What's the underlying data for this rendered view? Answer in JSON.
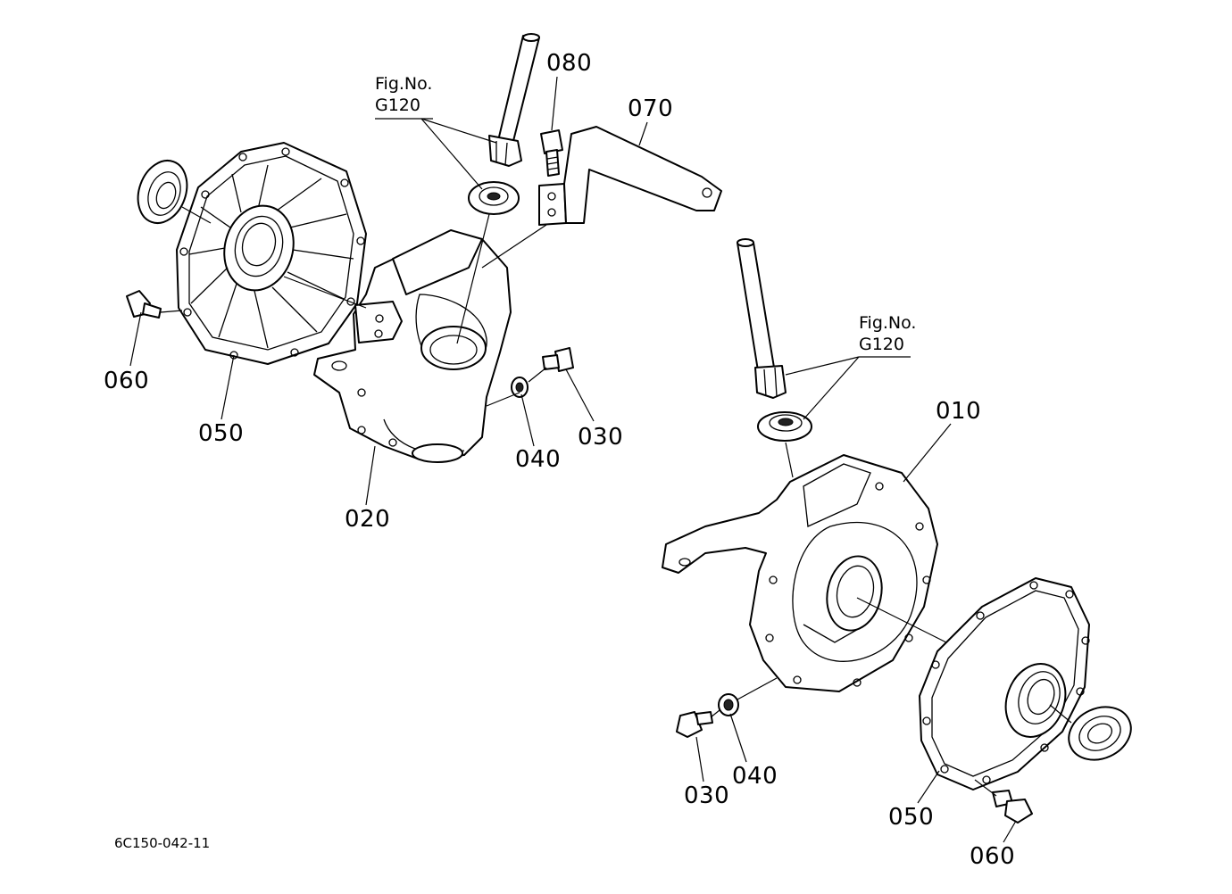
{
  "labels": {
    "p080": "080",
    "p070": "070",
    "p060_left": "060",
    "p050_left": "050",
    "p020": "020",
    "p040_left": "040",
    "p030_left": "030",
    "p010": "010",
    "p030_right": "030",
    "p040_right": "040",
    "p050_right": "050",
    "p060_right": "060"
  },
  "fig_refs": {
    "left": {
      "line1": "Fig.No.",
      "line2": "G120"
    },
    "right": {
      "line1": "Fig.No.",
      "line2": "G120"
    }
  },
  "drawing_code": "6C150-042-11",
  "colors": {
    "line": "#000000",
    "background": "#ffffff"
  }
}
